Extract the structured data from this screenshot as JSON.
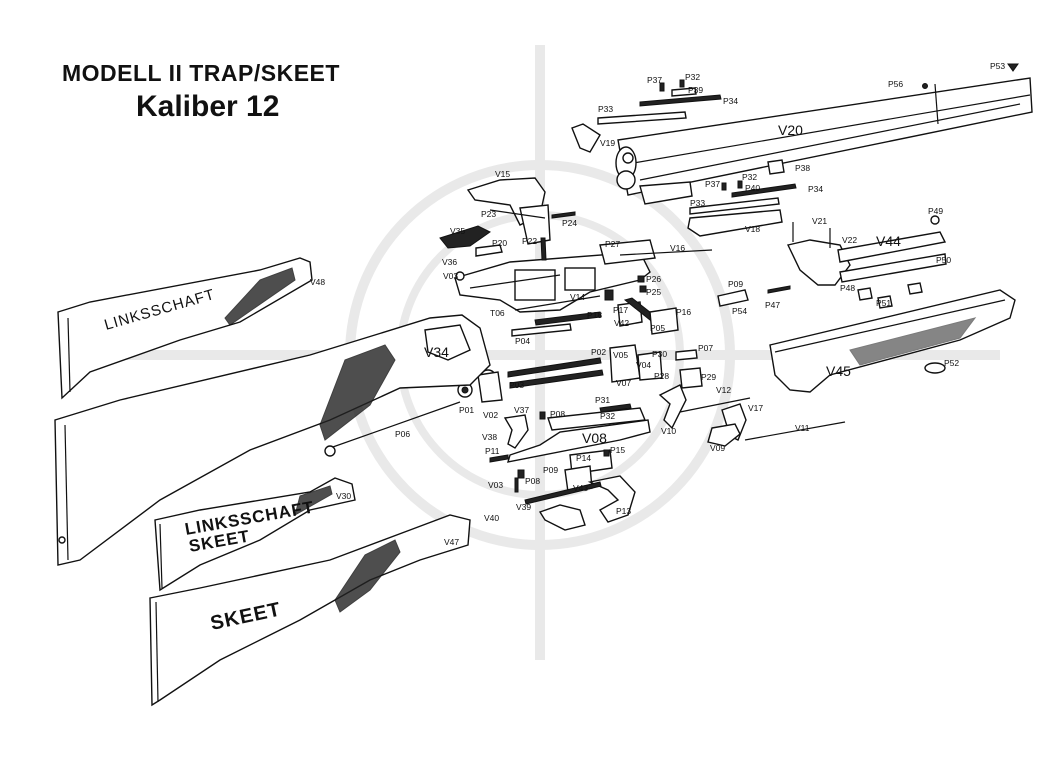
{
  "title": {
    "line1": "MODELL II TRAP/SKEET",
    "line2": "Kaliber 12"
  },
  "stocks": {
    "linksschaft": "LINKSSCHAFT",
    "linksschaft_skeet_1": "LINKSSCHAFT",
    "linksschaft_skeet_2": "SKEET",
    "skeet": "SKEET"
  },
  "labels": {
    "P53": "P53",
    "P56": "P56",
    "P37a": "P37",
    "P32a": "P32",
    "P39": "P39",
    "P34a": "P34",
    "P33a": "P33",
    "V19": "V19",
    "V20": "V20",
    "P38": "P38",
    "P37b": "P37",
    "P32b": "P32",
    "P40": "P40",
    "P34b": "P34",
    "P33b": "P33",
    "V18": "V18",
    "V15": "V15",
    "P23": "P23",
    "P24": "P24",
    "V35": "V35",
    "P20": "P20",
    "P22": "P22",
    "P27": "P27",
    "V16": "V16",
    "V36": "V36",
    "V03a": "V03",
    "P26": "P26",
    "P25": "P25",
    "V14": "V14",
    "V48": "V48",
    "T06": "T06",
    "P18": "P18",
    "P17": "P17",
    "P16": "P16",
    "V42": "V42",
    "P05": "P05",
    "P04": "P04",
    "V34": "V34",
    "P02": "P02",
    "V05": "V05",
    "V04": "V04",
    "P30": "P30",
    "P07": "P07",
    "P28": "P28",
    "P29": "P29",
    "P03": "P03",
    "V07": "V07",
    "V12": "V12",
    "P01": "P01",
    "V02": "V02",
    "V37": "V37",
    "P08a": "P08",
    "P31": "P31",
    "P32c": "P32",
    "V10": "V10",
    "V17": "V17",
    "V11": "V11",
    "P06": "P06",
    "V38": "V38",
    "V08": "V08",
    "V09": "V09",
    "P11": "P11",
    "P14": "P14",
    "P15": "P15",
    "P09a": "P09",
    "V03b": "V03",
    "P08b": "P08",
    "V43": "V43",
    "V39": "V39",
    "V40": "V40",
    "P13": "P13",
    "V30": "V30",
    "V47": "V47",
    "V21": "V21",
    "V22": "V22",
    "V44": "V44",
    "P49": "P49",
    "P50": "P50",
    "P09b": "P09",
    "P54": "P54",
    "P47": "P47",
    "P48": "P48",
    "P51": "P51",
    "V45": "V45",
    "P52": "P52"
  }
}
